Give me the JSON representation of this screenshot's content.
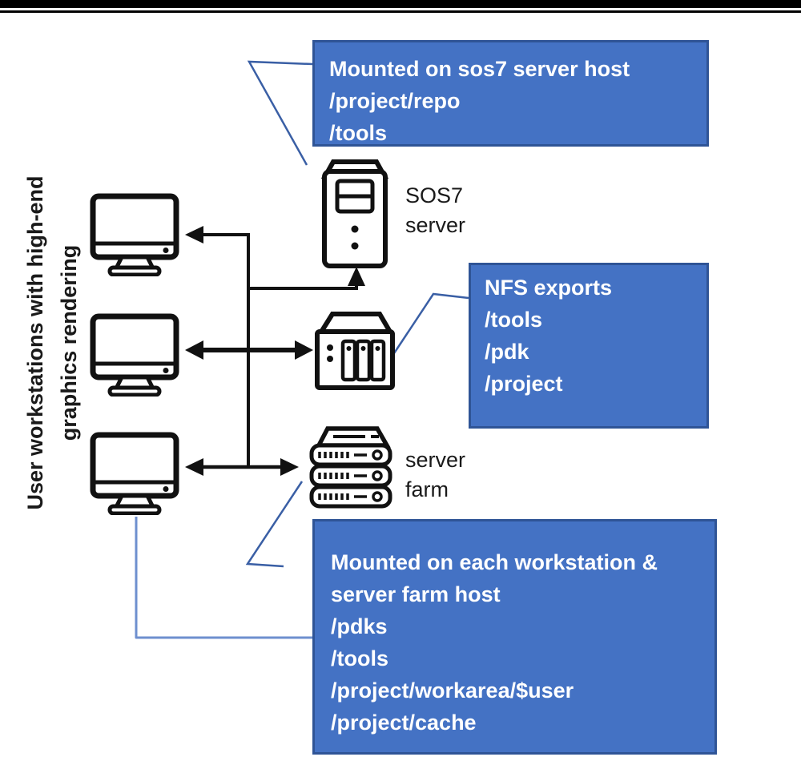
{
  "diagram": {
    "left_label": "User workstations with high-end graphics rendering",
    "workstations": {
      "count": 3
    },
    "nodes": {
      "sos7": {
        "label": "SOS7 server"
      },
      "nas": {
        "label": ""
      },
      "server_farm": {
        "label": "server farm"
      }
    },
    "callouts": {
      "sos7_mounts": {
        "lines": [
          "Mounted on sos7 server host",
          "/project/repo",
          "/tools"
        ]
      },
      "nfs_exports": {
        "lines": [
          "NFS exports",
          "/tools",
          "/pdk",
          "/project"
        ]
      },
      "workstation_mounts": {
        "lines": [
          "Mounted on each workstation &",
          "server farm host",
          "/pdks",
          "/tools",
          "/project/workarea/$user",
          "/project/cache"
        ]
      }
    },
    "colors": {
      "callout_fill": "#4472C4",
      "callout_border": "#2F5496",
      "callout_text": "#FFFFFF",
      "leader_line": "#3A5FA5",
      "elbow_line": "#6E8FCF",
      "diagram_line": "#111111"
    }
  }
}
